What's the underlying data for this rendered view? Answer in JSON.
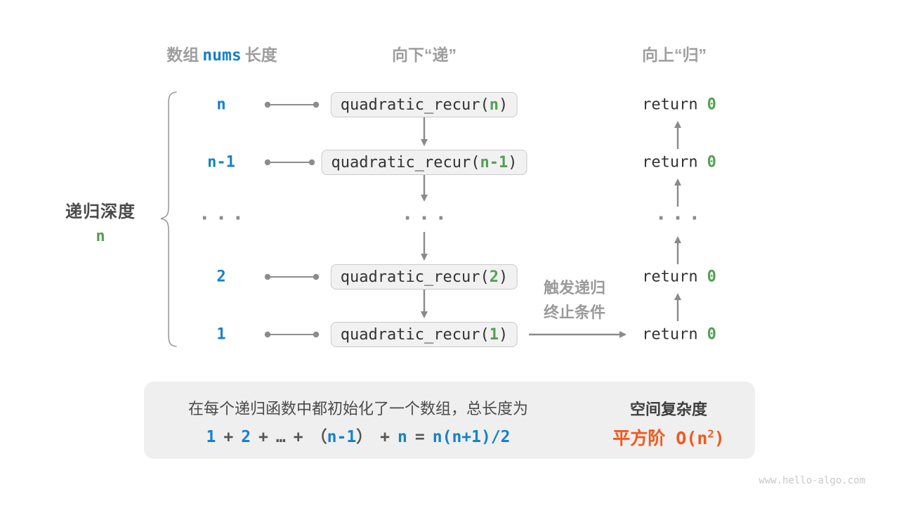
{
  "colors": {
    "accent_blue": "#1581cd",
    "accent_green": "#53a053",
    "accent_orange": "#f2591d",
    "header_gray": "#9e9e9e",
    "code_text": "#333333",
    "box_fill": "#f1f1f1",
    "box_border": "#c9c9c9",
    "arrow_gray": "#8a8a8a",
    "summary_bg": "#efefef"
  },
  "headers": {
    "left_prefix": "数组",
    "left_code": "nums",
    "left_suffix": "长度",
    "center": "向下“递”",
    "right": "向上“归”"
  },
  "depth_brace": {
    "title": "递归深度",
    "value": "n"
  },
  "code": {
    "func_prefix": "quadratic_recur(",
    "func_suffix": ")",
    "return_keyword": "return",
    "return_value": "0"
  },
  "rows": [
    {
      "label": "n",
      "arg": "n"
    },
    {
      "label": "n-1",
      "arg": "n-1"
    },
    {
      "label": "2",
      "arg": "2"
    },
    {
      "label": "1",
      "arg": "1"
    }
  ],
  "ellipsis": "···",
  "trigger": {
    "line1": "触发递归",
    "line2": "终止条件"
  },
  "summary": {
    "line1": "在每个递归函数中都初始化了一个数组，总长度为",
    "formula_tokens": [
      {
        "text": "1",
        "emph": true
      },
      {
        "text": "+",
        "emph": false
      },
      {
        "text": "2",
        "emph": true
      },
      {
        "text": "+",
        "emph": false
      },
      {
        "text": "…",
        "emph": false
      },
      {
        "text": "+",
        "emph": false
      },
      {
        "text": "（",
        "emph": false
      },
      {
        "text": "n-1",
        "emph": true
      },
      {
        "text": "）",
        "emph": false
      },
      {
        "text": "+",
        "emph": false
      },
      {
        "text": "n",
        "emph": true
      },
      {
        "text": "=",
        "emph": false
      },
      {
        "text": "n(n+1)/2",
        "emph": true
      }
    ],
    "complexity_title": "空间复杂度",
    "complexity_value_prefix": "平方阶 O(n",
    "complexity_value_sup": "2",
    "complexity_value_suffix": ")"
  },
  "watermark": "www.hello-algo.com"
}
